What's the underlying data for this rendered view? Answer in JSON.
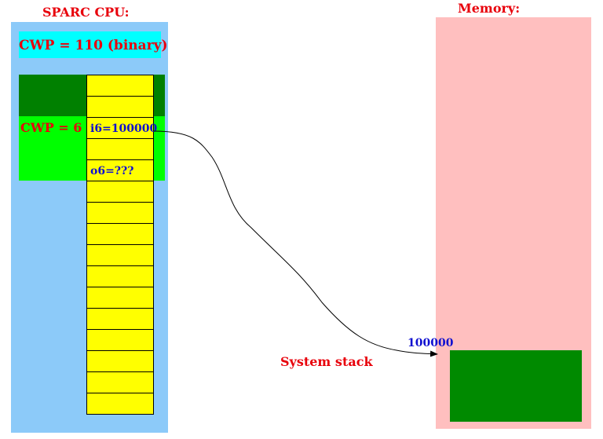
{
  "cpu": {
    "title": "SPARC CPU:",
    "cwp_label": "CWP = 110 (binary)",
    "window_label": "CWP = 6",
    "registers": [
      {
        "label": ""
      },
      {
        "label": ""
      },
      {
        "label": "i6=100000"
      },
      {
        "label": ""
      },
      {
        "label": "o6=???"
      },
      {
        "label": ""
      },
      {
        "label": ""
      },
      {
        "label": ""
      },
      {
        "label": ""
      },
      {
        "label": ""
      },
      {
        "label": ""
      },
      {
        "label": ""
      },
      {
        "label": ""
      },
      {
        "label": ""
      },
      {
        "label": ""
      },
      {
        "label": ""
      }
    ]
  },
  "memory": {
    "title": "Memory:",
    "stack_address": "100000",
    "stack_label": "System stack"
  },
  "colors": {
    "cpu_bg": "#8ccaf9",
    "memory_bg": "#ffbfbf",
    "register": "#ffff00",
    "current_window_in": "#008000",
    "current_window_local": "#00ff00",
    "cwp_box": "#00ffff",
    "stack_block": "#008a00",
    "title_text": "#e8000b",
    "register_text": "#1010d0"
  }
}
